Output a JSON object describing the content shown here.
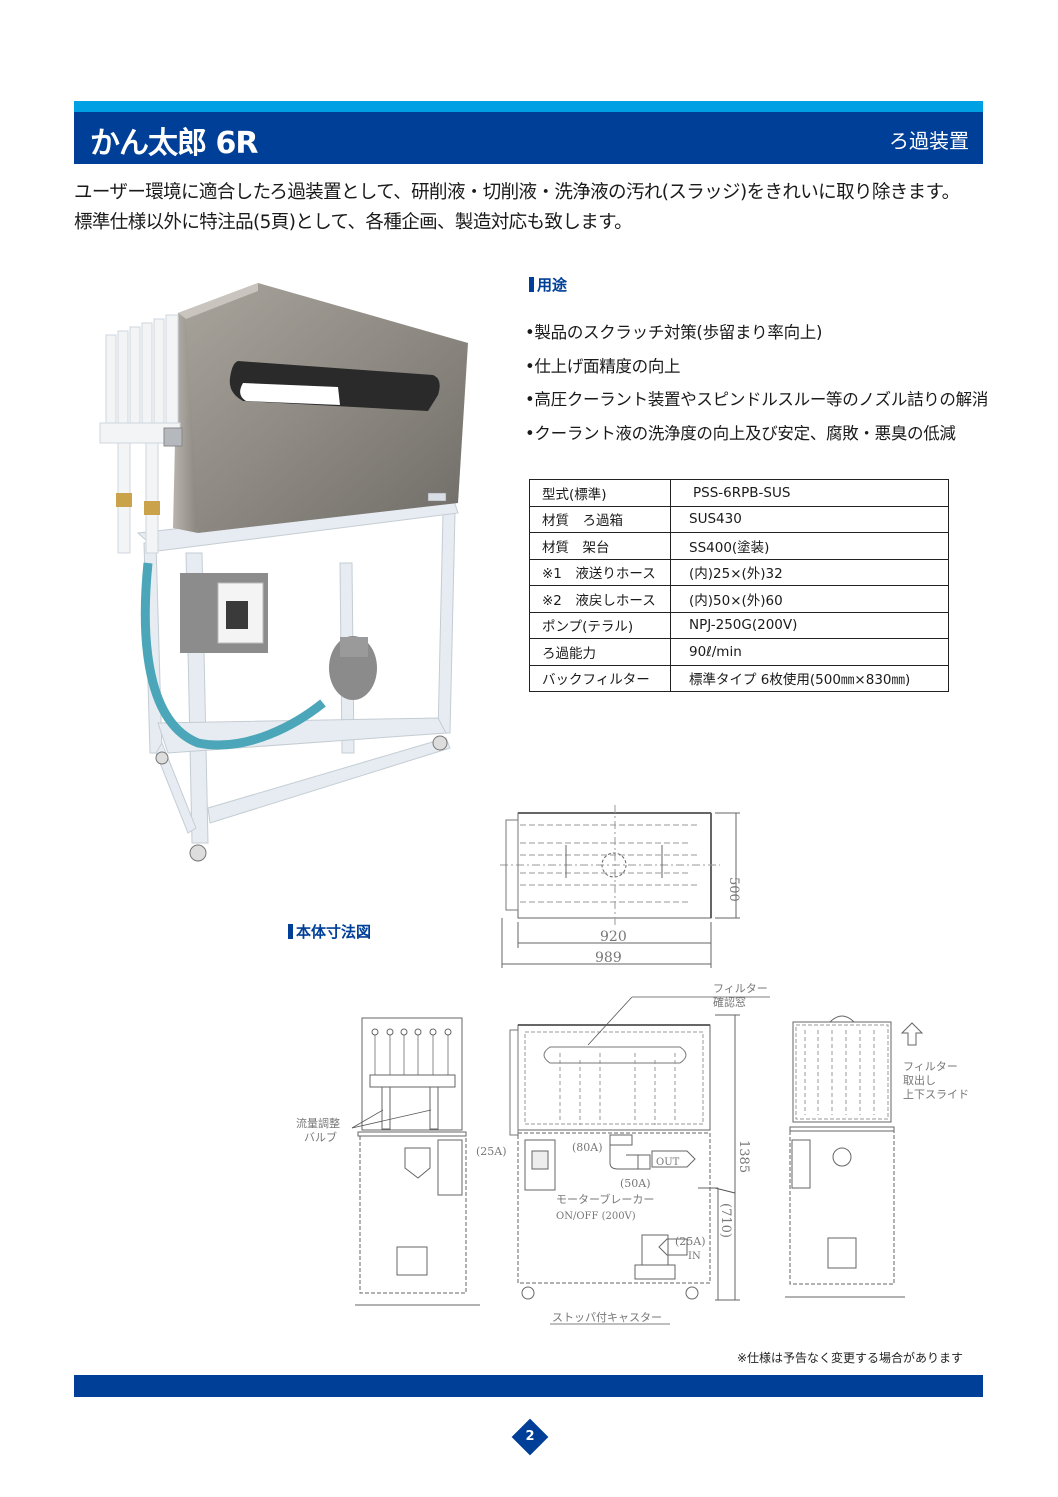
{
  "header": {
    "title": "かん太郎 6R",
    "category": "ろ過装置",
    "colors": {
      "accent_strip": "#00a0e4",
      "bar": "#003f98"
    }
  },
  "intro": {
    "line1": "ユーザー環境に適合したろ過装置として、研削液・切削液・洗浄液の汚れ(スラッジ)をきれいに取り除きます。",
    "line2": "標準仕様以外に特注品(5頁)として、各種企画、製造対応も致します。"
  },
  "uses": {
    "heading": "用途",
    "items": [
      "•製品のスクラッチ対策(歩留まり率向上)",
      "•仕上げ面精度の向上",
      "•高圧クーラント装置やスピンドルスルー等のノズル詰りの解消",
      "•クーラント液の洗浄度の向上及び安定、腐敗・悪臭の低減"
    ]
  },
  "spec_table": {
    "rows": [
      {
        "label": "型式(標準)",
        "value": "PSS-6RPB-SUS"
      },
      {
        "label": "材質　ろ過箱",
        "value": "SUS430"
      },
      {
        "label": "材質　架台",
        "value": "SS400(塗装)"
      },
      {
        "label": "※1　液送りホース",
        "value": "(内)25×(外)32"
      },
      {
        "label": "※2　液戻しホース",
        "value": "(内)50×(外)60"
      },
      {
        "label": "ポンプ(テラル)",
        "value": "NPJ-250G(200V)"
      },
      {
        "label": "ろ過能力",
        "value": "90ℓ/min"
      },
      {
        "label": "バックフィルター",
        "value": "標準タイプ 6枚使用(500㎜×830㎜)"
      }
    ]
  },
  "photo": {
    "alt": "product-photo-filtration-unit"
  },
  "dimensions": {
    "heading": "本体寸法図",
    "top_view": {
      "width_inner": "920",
      "width_outer": "989",
      "depth": "500"
    },
    "left_view": {
      "valve_label_1": "流量調整",
      "valve_label_2": "バルブ"
    },
    "front_view": {
      "filter_window_1": "フィルター",
      "filter_window_2": "確認窓",
      "port_25a_left": "(25A)",
      "port_80a": "(80A)",
      "port_50a": "(50A)",
      "out_label": "OUT",
      "breaker_1": "モーターブレーカー",
      "breaker_2": "ON/OFF (200V)",
      "port_25a_pump": "(25A)",
      "in_label": "IN",
      "caster": "ストッパ付キャスター",
      "height_total": "1385",
      "height_frame": "(710)"
    },
    "side_view": {
      "filter_1": "フィルター",
      "filter_2": "取出し",
      "filter_3": "上下スライド"
    }
  },
  "footer": {
    "note": "※仕様は予告なく変更する場合があります",
    "page": "2"
  }
}
